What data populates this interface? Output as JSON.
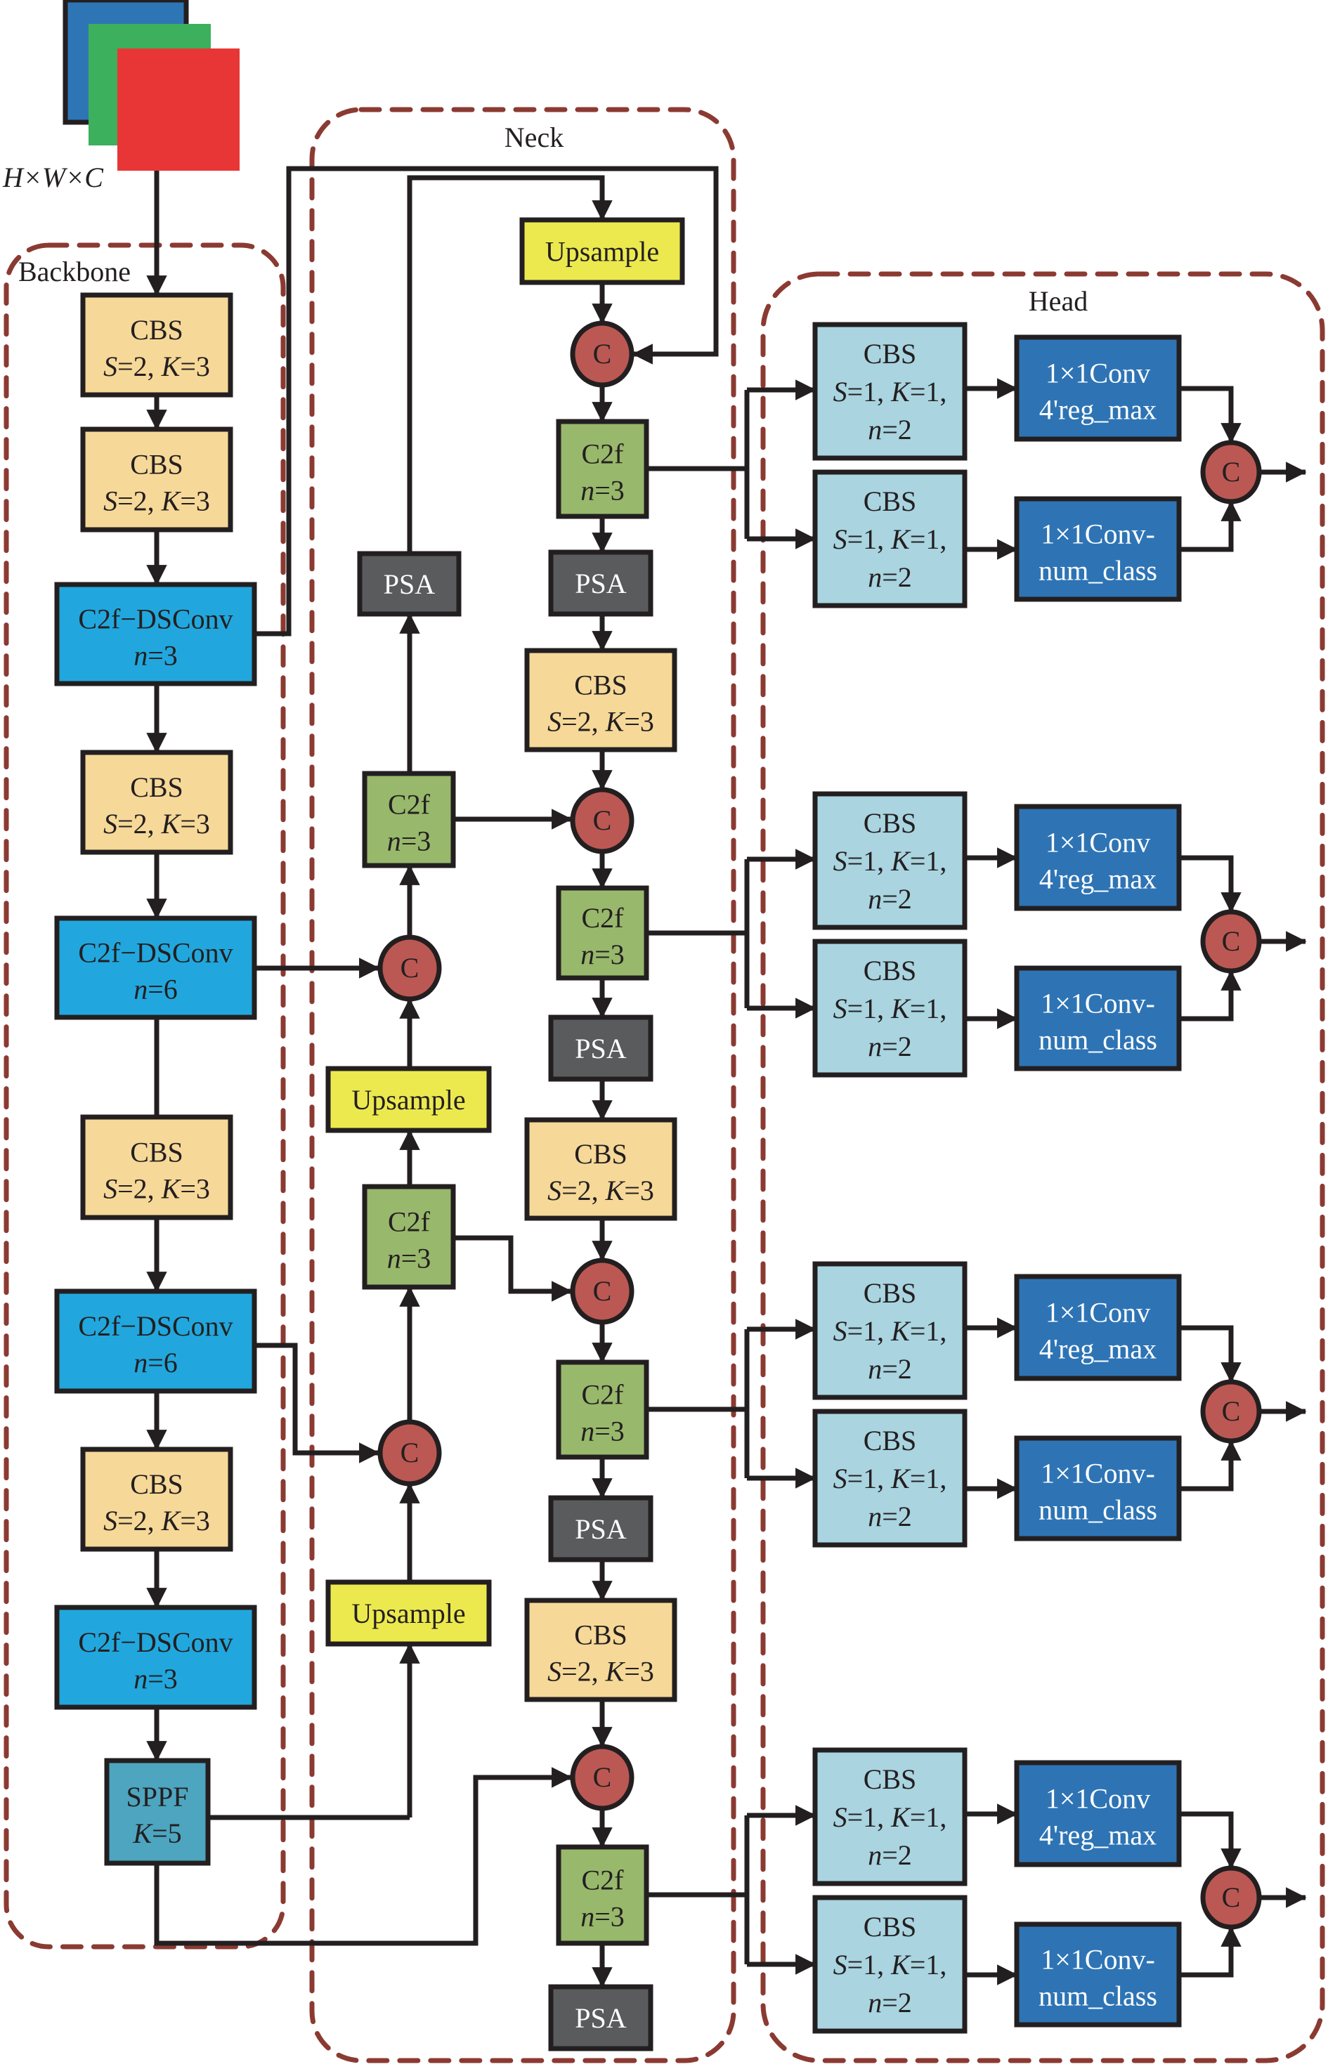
{
  "title": "YOLO-style detection network architecture: Backbone, Neck, Head",
  "input": {
    "label": "H×W×C",
    "channel_colors": [
      "#2e75b6",
      "#3cb05c",
      "#e83636"
    ]
  },
  "colors": {
    "cbs": "#f6d898",
    "c2f_dsconv": "#21a7dd",
    "c2f": "#98b86c",
    "psa": "#5a5b5d",
    "upsample": "#ece94f",
    "sppf": "#4da5bf",
    "concat": "#bb5853",
    "head_cbs": "#a9d4e0",
    "head_conv": "#2e74b5",
    "group_border": "#8b3a32",
    "wire": "#231f20"
  },
  "groups": {
    "backbone": "Backbone",
    "neck": "Neck",
    "head": "Head"
  },
  "backbone": [
    {
      "name": "CBS",
      "param": "S=2, K=3",
      "type": "cbs"
    },
    {
      "name": "CBS",
      "param": "S=2, K=3",
      "type": "cbs"
    },
    {
      "name": "C2f−DSConv",
      "param": "n=3",
      "type": "c2f_dsconv"
    },
    {
      "name": "CBS",
      "param": "S=2, K=3",
      "type": "cbs"
    },
    {
      "name": "C2f−DSConv",
      "param": "n=6",
      "type": "c2f_dsconv"
    },
    {
      "name": "CBS",
      "param": "S=2, K=3",
      "type": "cbs"
    },
    {
      "name": "C2f−DSConv",
      "param": "n=6",
      "type": "c2f_dsconv"
    },
    {
      "name": "CBS",
      "param": "S=2, K=3",
      "type": "cbs"
    },
    {
      "name": "C2f−DSConv",
      "param": "n=3",
      "type": "c2f_dsconv"
    },
    {
      "name": "SPPF",
      "param": "K=5",
      "type": "sppf"
    }
  ],
  "neck": {
    "left_column": [
      {
        "name": "PSA",
        "type": "psa"
      },
      {
        "name": "C2f",
        "param": "n=3",
        "type": "c2f"
      },
      {
        "name": "C",
        "type": "concat"
      },
      {
        "name": "Upsample",
        "type": "upsample"
      },
      {
        "name": "C2f",
        "param": "n=3",
        "type": "c2f"
      },
      {
        "name": "C",
        "type": "concat"
      },
      {
        "name": "Upsample",
        "type": "upsample"
      }
    ],
    "right_column": [
      {
        "name": "Upsample",
        "type": "upsample"
      },
      {
        "name": "C",
        "type": "concat"
      },
      {
        "name": "C2f",
        "param": "n=3",
        "type": "c2f"
      },
      {
        "name": "PSA",
        "type": "psa"
      },
      {
        "name": "CBS",
        "param": "S=2, K=3",
        "type": "cbs"
      },
      {
        "name": "C",
        "type": "concat"
      },
      {
        "name": "C2f",
        "param": "n=3",
        "type": "c2f"
      },
      {
        "name": "PSA",
        "type": "psa"
      },
      {
        "name": "CBS",
        "param": "S=2, K=3",
        "type": "cbs"
      },
      {
        "name": "C",
        "type": "concat"
      },
      {
        "name": "C2f",
        "param": "n=3",
        "type": "c2f"
      },
      {
        "name": "PSA",
        "type": "psa"
      },
      {
        "name": "CBS",
        "param": "S=2, K=3",
        "type": "cbs"
      },
      {
        "name": "C",
        "type": "concat"
      },
      {
        "name": "C2f",
        "param": "n=3",
        "type": "c2f"
      },
      {
        "name": "PSA",
        "type": "psa"
      }
    ]
  },
  "head": {
    "blocks": [
      {
        "cbs_top": {
          "name": "CBS",
          "param1": "S=1, K=1,",
          "param2": "n=2"
        },
        "cbs_bottom": {
          "name": "CBS",
          "param1": "S=1, K=1,",
          "param2": "n=2"
        },
        "conv_top": {
          "line1": "1×1Conv",
          "line2": "4'reg_max"
        },
        "conv_bottom": {
          "line1": "1×1Conv-",
          "line2": "num_class"
        },
        "concat": "C"
      },
      {
        "cbs_top": {
          "name": "CBS",
          "param1": "S=1, K=1,",
          "param2": "n=2"
        },
        "cbs_bottom": {
          "name": "CBS",
          "param1": "S=1, K=1,",
          "param2": "n=2"
        },
        "conv_top": {
          "line1": "1×1Conv",
          "line2": "4'reg_max"
        },
        "conv_bottom": {
          "line1": "1×1Conv-",
          "line2": "num_class"
        },
        "concat": "C"
      },
      {
        "cbs_top": {
          "name": "CBS",
          "param1": "S=1, K=1,",
          "param2": "n=2"
        },
        "cbs_bottom": {
          "name": "CBS",
          "param1": "S=1, K=1,",
          "param2": "n=2"
        },
        "conv_top": {
          "line1": "1×1Conv",
          "line2": "4'reg_max"
        },
        "conv_bottom": {
          "line1": "1×1Conv-",
          "line2": "num_class"
        },
        "concat": "C"
      },
      {
        "cbs_top": {
          "name": "CBS",
          "param1": "S=1, K=1,",
          "param2": "n=2"
        },
        "cbs_bottom": {
          "name": "CBS",
          "param1": "S=1, K=1,",
          "param2": "n=2"
        },
        "conv_top": {
          "line1": "1×1Conv",
          "line2": "4'reg_max"
        },
        "conv_bottom": {
          "line1": "1×1Conv-",
          "line2": "num_class"
        },
        "concat": "C"
      }
    ]
  }
}
